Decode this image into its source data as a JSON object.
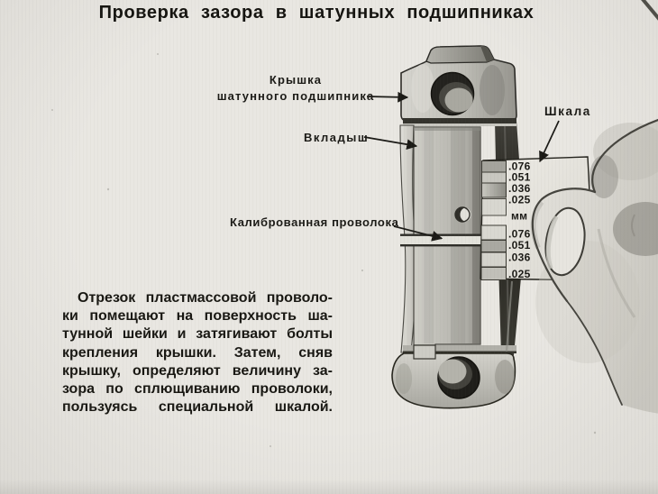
{
  "slide": {
    "title": "Проверка зазора в шатунных подшипниках"
  },
  "labels": {
    "cap_line1": "Крышка",
    "cap_line2": "шатунного подшипника",
    "insert": "Вкладыш",
    "wire": "Калиброванная проволока",
    "scale": "Шкала"
  },
  "scale_card": {
    "upper": [
      ".076",
      ".051",
      ".036",
      ".025"
    ],
    "unit": "мм",
    "lower": [
      ".076",
      ".051",
      ".036",
      ".025"
    ]
  },
  "paragraph": {
    "lines": [
      "Отрезок пластмассовой проволо-",
      "ки помещают на поверхность ша-",
      "тунной шейки и затягивают болты",
      "крепления крышки. Затем, сняв",
      "крышку, определяют величину за-",
      "зора по сплющиванию проволоки,",
      "пользуясь специальной шкалой."
    ]
  },
  "colors": {
    "background": "#e9e7e2",
    "ink": "#1b1a16",
    "metal_light": "#d3d2cc",
    "metal_mid": "#b3b2ab",
    "metal_dark": "#23221e",
    "card": "#e9e7e1",
    "hand": "#dcdad4"
  }
}
